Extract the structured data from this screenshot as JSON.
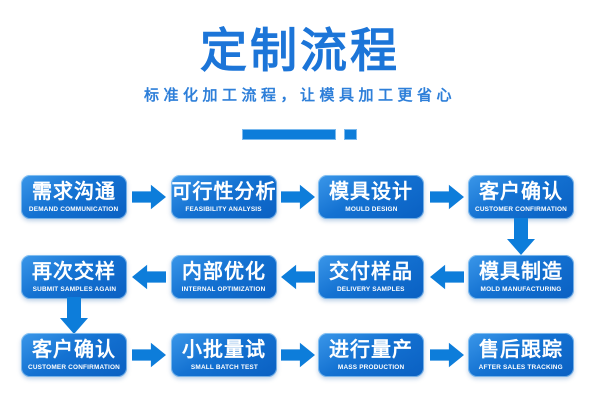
{
  "header": {
    "title": "定制流程",
    "subtitle": "标准化加工流程，让模具加工更省心"
  },
  "colors": {
    "bg": "#ffffff",
    "title": "#1c75d8",
    "subtitle": "#2e7fd9",
    "arrow": "#0d7dda",
    "box_light": "#3b97e9",
    "box_mid": "#1472d2",
    "box_dark": "#0a60c2",
    "step_text": "#ffffff"
  },
  "flow": {
    "rows": [
      {
        "direction": "right",
        "steps": [
          {
            "zh": "需求沟通",
            "en": "DEMAND COMMUNICATION"
          },
          {
            "zh": "可行性分析",
            "en": "FEASIBILITY ANALYSIS"
          },
          {
            "zh": "模具设计",
            "en": "MOULD DESIGN"
          },
          {
            "zh": "客户确认",
            "en": "CUSTOMER CONFIRMATION"
          }
        ]
      },
      {
        "direction": "left",
        "steps": [
          {
            "zh": "再次交样",
            "en": "SUBMIT SAMPLES AGAIN"
          },
          {
            "zh": "内部优化",
            "en": "INTERNAL OPTIMIZATION"
          },
          {
            "zh": "交付样品",
            "en": "DELIVERY SAMPLES"
          },
          {
            "zh": "模具制造",
            "en": "MOLD MANUFACTURING"
          }
        ]
      },
      {
        "direction": "right",
        "steps": [
          {
            "zh": "客户确认",
            "en": "CUSTOMER CONFIRMATION"
          },
          {
            "zh": "小批量试",
            "en": "SMALL BATCH TEST"
          },
          {
            "zh": "进行量产",
            "en": "MASS PRODUCTION"
          },
          {
            "zh": "售后跟踪",
            "en": "AFTER SALES TRACKING"
          }
        ]
      }
    ]
  }
}
